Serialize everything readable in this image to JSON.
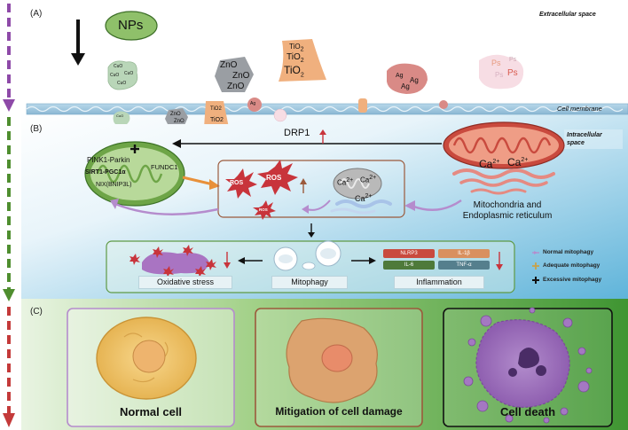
{
  "panels": {
    "a": "(A)",
    "b": "(B)",
    "c": "(C)"
  },
  "top": {
    "nps": "NPs",
    "extracellular": "Extracellular space",
    "cell_membrane": "Cell membrane",
    "cuo": "CuO",
    "zno": "ZnO",
    "tio2_base": "TiO",
    "tio2_sub": "2",
    "ag": "Ag",
    "ps": "Ps"
  },
  "middle": {
    "intracellular": "Intracellular space",
    "drp1": "DRP1",
    "pink1": "PINK1-Parkin",
    "fundc1": "FUNDC1",
    "sirt1": "SIRT1-PGC1α",
    "nix": "NIX(BNIP3L)",
    "ros": "ROS",
    "ca_base": "Ca",
    "ca_sup": "2+",
    "mito_er": "Mitochondria and Endoplasmic reticulum",
    "oxidative": "Oxidative stress",
    "mitophagy": "Mitophagy",
    "inflammation": "Inflammation",
    "chips": [
      "NLRP3",
      "IL-1β",
      "IL-6",
      "TNF-α"
    ],
    "legend": [
      "Normal mitophagy",
      "Adequate mitophagy",
      "Excessive mitophagy"
    ]
  },
  "bottom": {
    "normal": "Normal cell",
    "mitigation": "Mitigation of cell damage",
    "death": "Cell death"
  },
  "colors": {
    "blue_band": "#86c7e4",
    "green_band": "#5aa53d",
    "ros_red": "#c8343b",
    "purple": "#b58ccd",
    "orange": "#e8903a"
  }
}
